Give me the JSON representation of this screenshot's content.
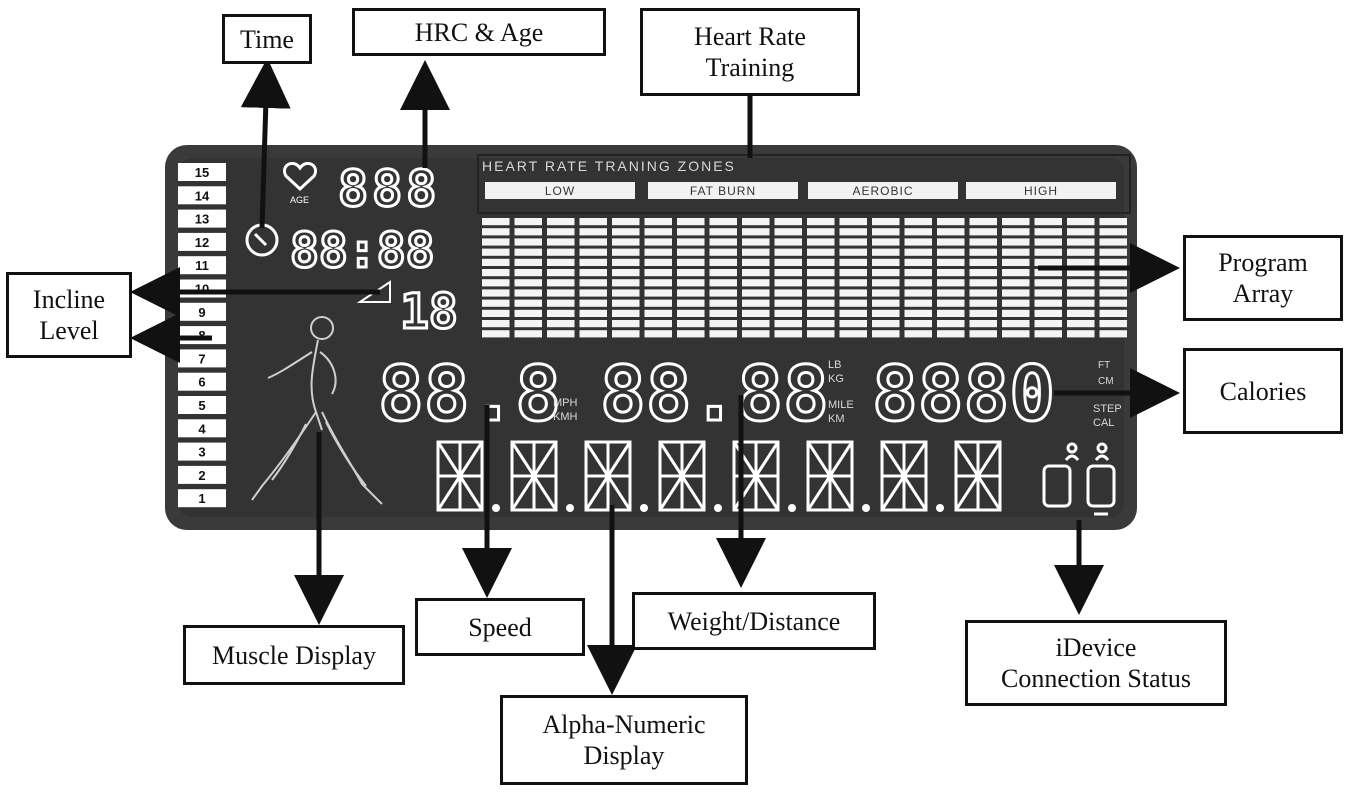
{
  "labels": {
    "time": "Time",
    "hrc_age": "HRC & Age",
    "heart_rate_training": "Heart Rate\nTraining",
    "program_array": "Program\nArray",
    "incline_level": "Incline\nLevel",
    "calories": "Calories",
    "muscle_display": "Muscle Display",
    "speed": "Speed",
    "weight_distance": "Weight/Distance",
    "idevice_connection_status": "iDevice\nConnection Status",
    "alpha_numeric_display": "Alpha-Numeric\nDisplay"
  },
  "console": {
    "incline_scale": [
      "15",
      "14",
      "13",
      "12",
      "11",
      "10",
      "9",
      "8",
      "7",
      "6",
      "5",
      "4",
      "3",
      "2",
      "1"
    ],
    "age_label": "AGE",
    "hr_digits": "888",
    "time_digits": "88:88",
    "incline_digits": "18",
    "zones_title": "HEART RATE TRANING ZONES",
    "zones": [
      "LOW",
      "FAT BURN",
      "AEROBIC",
      "HIGH"
    ],
    "speed_digits": "88.8",
    "speed_units": [
      "MPH",
      "KMH"
    ],
    "weight_distance_digits": "88.88",
    "weight_units": [
      "LB",
      "KG"
    ],
    "distance_units": [
      "MILE",
      "KM"
    ],
    "calories_digits": "8880",
    "calorie_units": [
      "FT",
      "CM",
      "STEP",
      "CAL"
    ],
    "alpha_chars": 8
  },
  "colors": {
    "panel": "#3a3a3a",
    "panel_dark": "#2a2a2a",
    "segment": "#ffffff",
    "ink": "#111111"
  }
}
